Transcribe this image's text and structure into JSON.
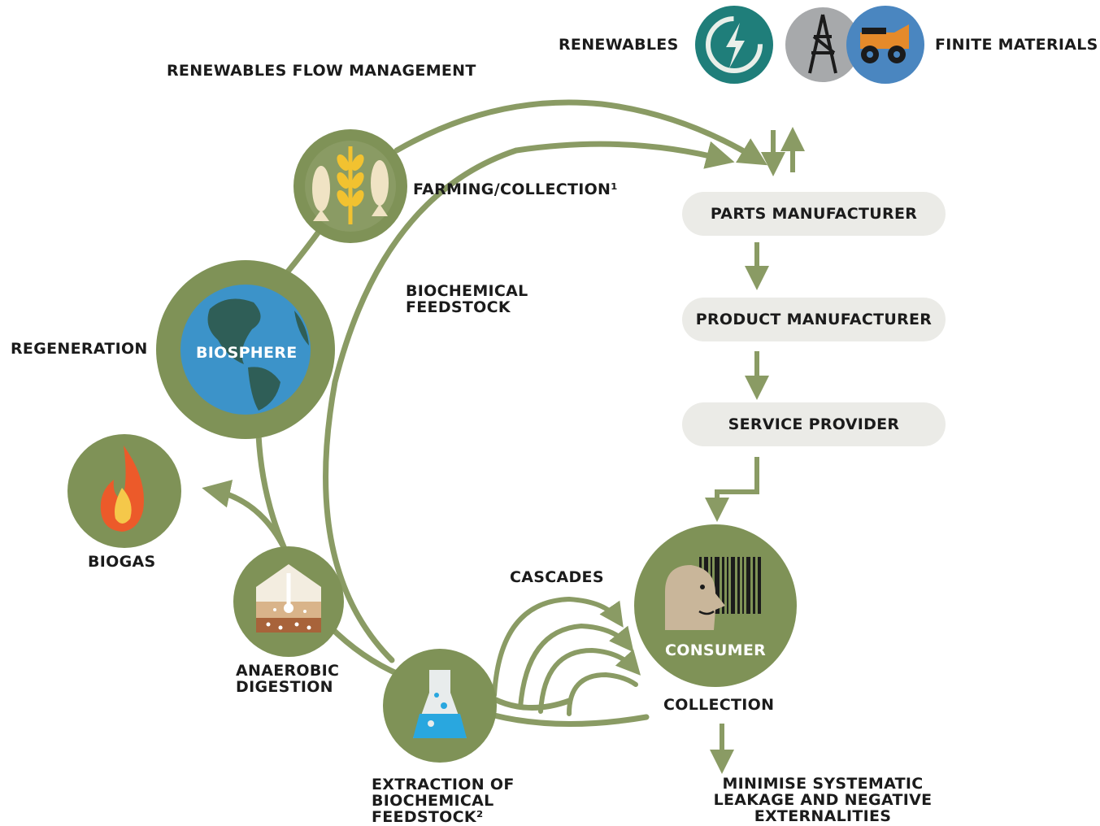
{
  "legend": {
    "renewables": "RENEWABLES",
    "finite_materials": "FINITE MATERIALS"
  },
  "labels": {
    "renewables_flow_management": "RENEWABLES FLOW MANAGEMENT",
    "farming_collection": "FARMING/COLLECTION¹",
    "biochemical_feedstock_line1": "BIOCHEMICAL",
    "biochemical_feedstock_line2": "FEEDSTOCK",
    "regeneration": "REGENERATION",
    "biosphere": "BIOSPHERE",
    "biogas": "BIOGAS",
    "anaerobic_line1": "ANAEROBIC",
    "anaerobic_line2": "DIGESTION",
    "extraction_line1": "EXTRACTION OF",
    "extraction_line2": "BIOCHEMICAL",
    "extraction_line3": "FEEDSTOCK²",
    "cascades": "CASCADES",
    "consumer": "CONSUMER",
    "collection": "COLLECTION",
    "leakage_line1": "MINIMISE SYSTEMATIC",
    "leakage_line2": "LEAKAGE AND NEGATIVE",
    "leakage_line3": "EXTERNALITIES"
  },
  "chain": {
    "parts_manufacturer": "PARTS MANUFACTURER",
    "product_manufacturer": "PRODUCT MANUFACTURER",
    "service_provider": "SERVICE PROVIDER"
  },
  "icons": {
    "renewables": "renewable-energy-icon",
    "finite_oil": "oil-derrick-icon",
    "finite_mining": "mining-truck-icon",
    "farming": "fish-wheat-icon",
    "biosphere": "globe-icon",
    "biogas": "flame-icon",
    "anaerobic": "soil-layers-icon",
    "extraction": "flask-icon",
    "consumer": "person-barcode-icon"
  },
  "colors": {
    "flow_green": "#8a9b64",
    "node_green": "#7f9257",
    "renewables_teal": "#1f7e7a",
    "finite_grey": "#a7a9ab",
    "finite_blue": "#4a86c0",
    "pill_grey": "#ebebe7",
    "globe_blue": "#3c93c9",
    "land_dark": "#2f5e57"
  }
}
